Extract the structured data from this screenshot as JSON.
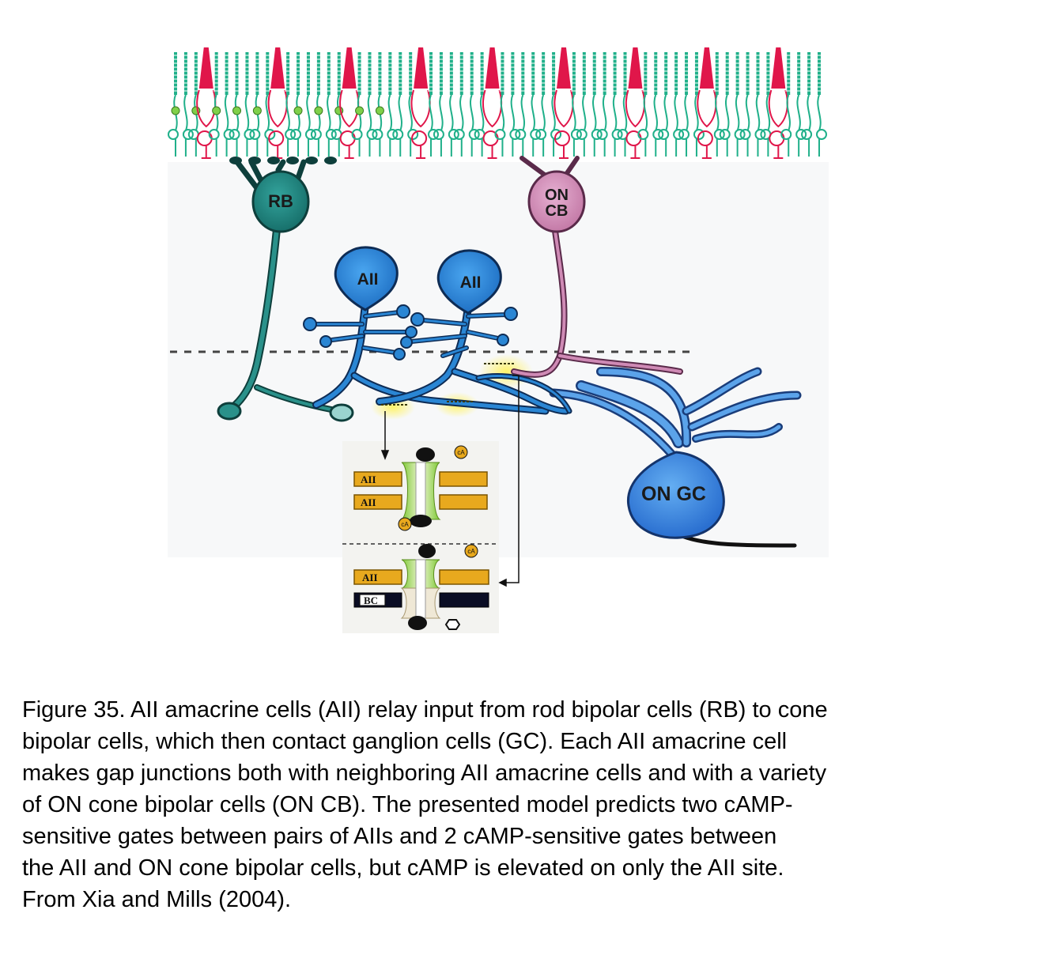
{
  "diagram": {
    "labels": {
      "rb": "RB",
      "all_left": "AII",
      "all_right": "AII",
      "on_cb_top": "ON",
      "on_cb_bottom": "CB",
      "on_gc": "ON GC"
    },
    "inset_upper": {
      "membrane_top": "AII",
      "membrane_bottom": "AII",
      "camp_top": "cA",
      "camp_bottom": "cA"
    },
    "inset_lower": {
      "membrane_top": "AII",
      "membrane_bottom": "BC",
      "camp_top": "cA"
    },
    "colors": {
      "rod": "#20b08a",
      "cone": "#e0164a",
      "rb_cell": "#1e8a86",
      "aii_cell": "#2a86d4",
      "on_cb_cell": "#cf8ab5",
      "on_gc_cell": "#3f8ee0",
      "gap_glow": "#f7e23a",
      "membrane": "#e8a91e"
    }
  },
  "caption": {
    "lines": [
      "Figure 35. AII amacrine cells (AII) relay input from rod bipolar cells (RB) to cone",
      "bipolar cells, which then contact ganglion cells (GC). Each AII amacrine cell",
      "makes gap junctions both with neighboring AII amacrine cells and with a variety",
      "of ON cone bipolar cells (ON CB). The presented model predicts two cAMP-",
      "sensitive gates between pairs of AIIs and 2 cAMP-sensitive gates between",
      "the AII and ON cone bipolar cells, but cAMP is elevated on only the AII site.",
      "From Xia and Mills (2004)."
    ]
  }
}
